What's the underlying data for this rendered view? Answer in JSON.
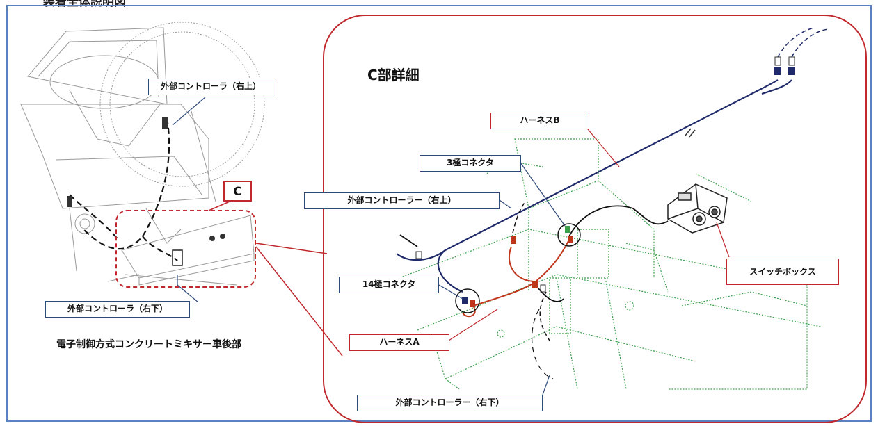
{
  "page_header": "装着全体説明図",
  "left_view": {
    "caption": "電子制御方式コンクリートミキサー車後部",
    "callout_c": "C",
    "label_upper_right": "外部コントローラ（右上）",
    "label_lower_right": "外部コントローラ（右下）"
  },
  "detail_view": {
    "title": "C部詳細",
    "harness_b": "ハーネスB",
    "connector_3pin": "3極コネクタ",
    "ext_ctrl_upper_right": "外部コントローラー（右上）",
    "connector_14pin": "14極コネクタ",
    "switch_box": "スイッチボックス",
    "harness_a": "ハーネスA",
    "ext_ctrl_lower_right": "外部コントローラー（右下）"
  },
  "colors": {
    "frame_border": "#5b7fc0",
    "red_callout": "#c0282d",
    "blue_label_border": "#2e4a7a",
    "harness_b_wire": "#1f2a6b",
    "harness_a_wire": "#c0361a",
    "machine_outline": "#3aa04a"
  }
}
